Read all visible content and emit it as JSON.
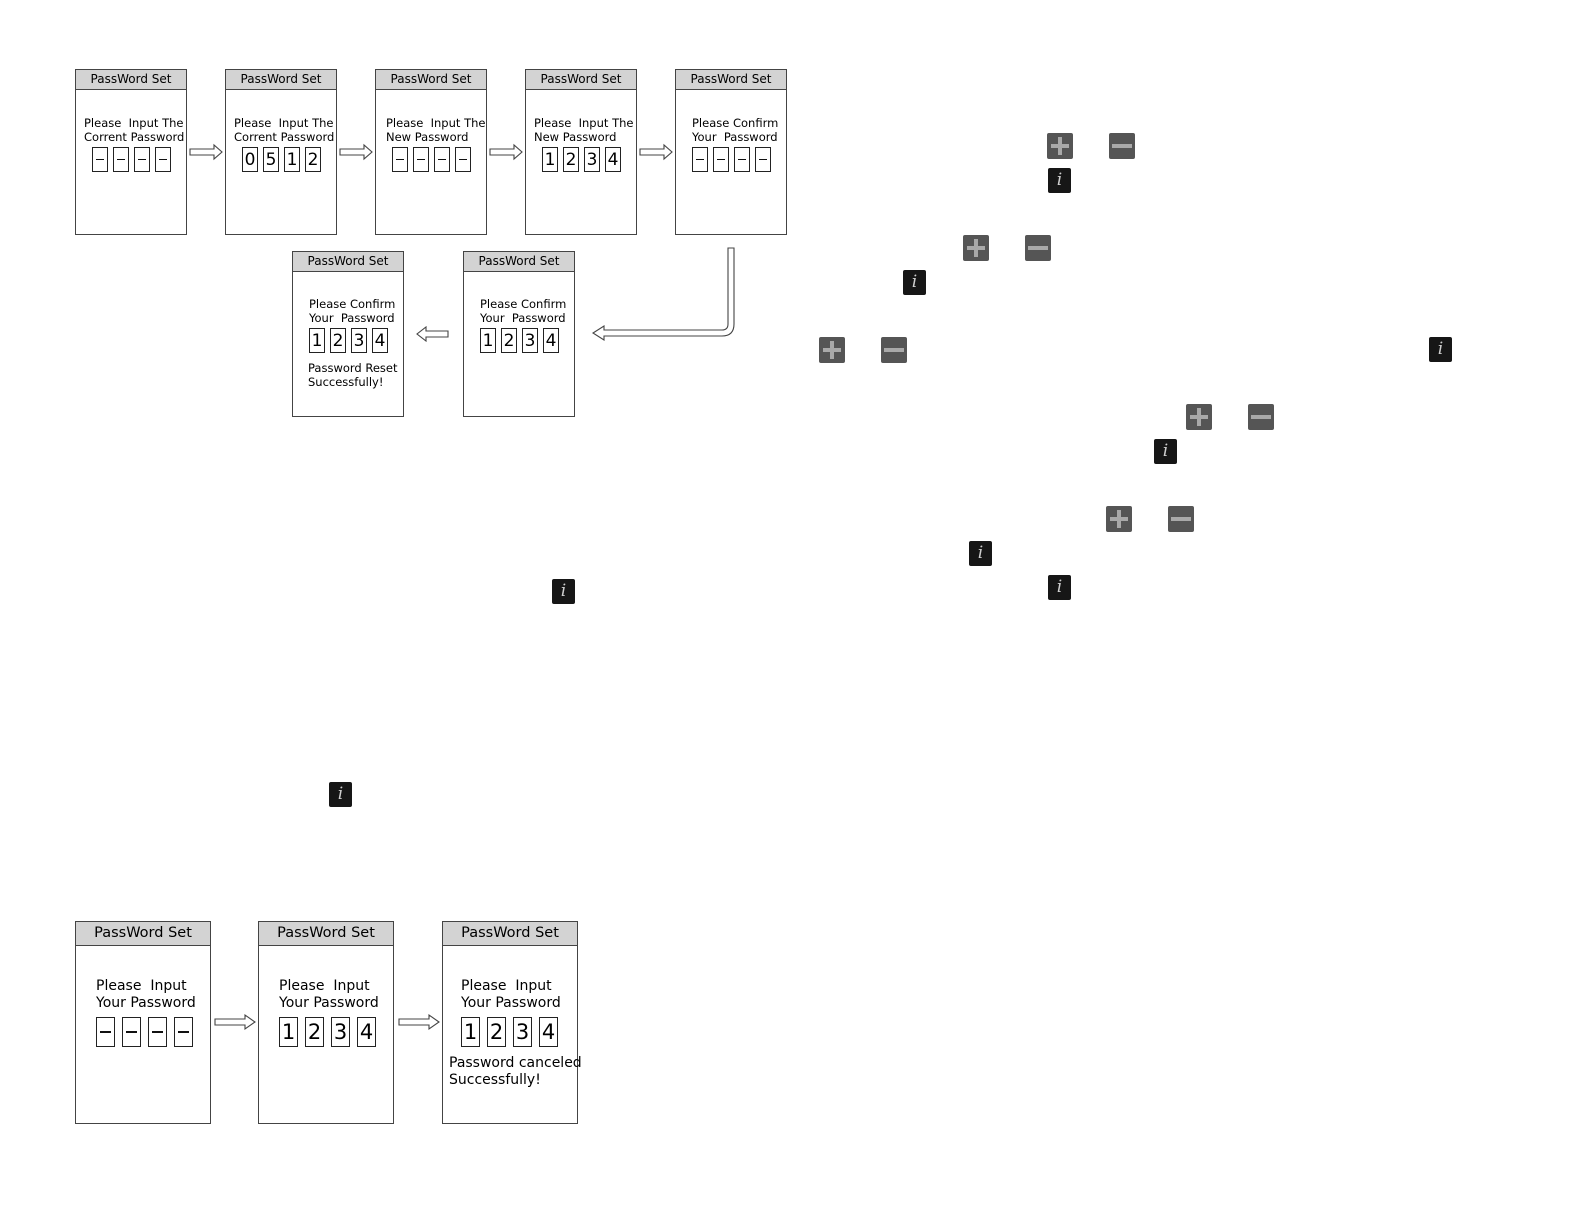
{
  "screens": [
    {
      "header": "PassWord Set",
      "msg": "Please  Input The\nCorrent Password",
      "digits": [
        "-",
        "-",
        "-",
        "-"
      ],
      "note": ""
    },
    {
      "header": "PassWord Set",
      "msg": "Please  Input The\nCorrent Password",
      "digits": [
        "0",
        "5",
        "1",
        "2"
      ],
      "note": ""
    },
    {
      "header": "PassWord Set",
      "msg": "Please  Input The\nNew Password",
      "digits": [
        "-",
        "-",
        "-",
        "-"
      ],
      "note": ""
    },
    {
      "header": "PassWord Set",
      "msg": "Please  Input The\nNew Password",
      "digits": [
        "1",
        "2",
        "3",
        "4"
      ],
      "note": ""
    },
    {
      "header": "PassWord Set",
      "msg": "Please Confirm\nYour  Password",
      "digits": [
        "-",
        "-",
        "-",
        "-"
      ],
      "note": ""
    },
    {
      "header": "PassWord Set",
      "msg": "Please Confirm\nYour  Password",
      "digits": [
        "1",
        "2",
        "3",
        "4"
      ],
      "note": ""
    },
    {
      "header": "PassWord Set",
      "msg": "Please Confirm\nYour  Password",
      "digits": [
        "1",
        "2",
        "3",
        "4"
      ],
      "note": "Password Reset\nSuccessfully!"
    },
    {
      "header": "PassWord Set",
      "msg": "Please  Input\nYour Password",
      "digits": [
        "-",
        "-",
        "-",
        "-"
      ],
      "note": ""
    },
    {
      "header": "PassWord Set",
      "msg": "Please  Input\nYour Password",
      "digits": [
        "1",
        "2",
        "3",
        "4"
      ],
      "note": ""
    },
    {
      "header": "PassWord Set",
      "msg": "Please  Input\nYour Password",
      "digits": [
        "1",
        "2",
        "3",
        "4"
      ],
      "note": "Password canceled\nSuccessfully!"
    }
  ],
  "icons": {
    "info": "i",
    "plus": "plus-icon",
    "minus": "minus-icon"
  }
}
